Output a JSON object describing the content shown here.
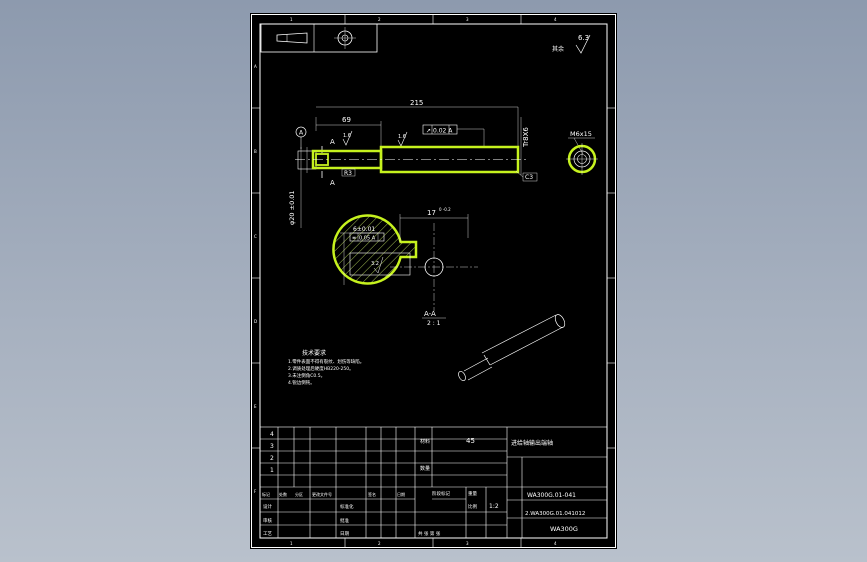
{
  "drawing": {
    "border_index_top": [
      "1",
      "2",
      "3",
      "4"
    ],
    "border_index_bottom": [
      "1",
      "2",
      "3",
      "4"
    ],
    "border_index_side": [
      "A",
      "B",
      "C",
      "D",
      "E",
      "F"
    ],
    "roughness_top_right": "6.3",
    "shaft_view": {
      "overall_length": "215",
      "step_length": "69",
      "thread": "Tr8X6",
      "diameter_tolerance": "φ20 ±0.01",
      "runout_callout": "0.02 A",
      "section_marker": "A",
      "datum_marker": "A",
      "roughness_left": "1.6",
      "roughness_right": "1.6",
      "chamfer_left": "R3",
      "chamfer_right": "C3"
    },
    "end_view": {
      "thread_label": "M6x15"
    },
    "section_view": {
      "key_width": "17",
      "key_width_tol": "0 -0.2",
      "keyway_depth": "6±0.01",
      "symmetry_callout": "0.05 A",
      "roughness": "3.2",
      "label": "A-A",
      "scale": "2 : 1"
    },
    "tech_requirements": {
      "title": "技术要求",
      "lines": [
        "1.零件表面不得有裂纹、划伤等缺陷。",
        "2.调质处理后硬度HB220-250。",
        "3.未注倒角C0.5。",
        "4.锐边倒钝。"
      ]
    },
    "title_block": {
      "row_numbers": [
        "4",
        "3",
        "2",
        "1"
      ],
      "material_label": "材料",
      "material": "45",
      "part_name": "进给轴输出端轴",
      "drawing_number": "WA300G.01-041",
      "assembly_number": "2.WA300G.01.041012",
      "product": "WA300G",
      "scale_label": "比例",
      "scale": "1:2",
      "quantity_label": "数量",
      "sheet_label": "共 张 第 张",
      "weight_label": "重量",
      "revision_headers": [
        "标记",
        "处数",
        "分区",
        "更改文件号",
        "签名",
        "日期"
      ],
      "role_labels": [
        "设计",
        "审核",
        "工艺"
      ],
      "role_labels_mid": [
        "标准化",
        "批准",
        "日期"
      ],
      "stage_label": "阶段标记"
    }
  },
  "colors": {
    "background": "#000000",
    "lines": "#ffffff",
    "highlight": "#c6f21e",
    "hatch": "#d2f56a"
  }
}
